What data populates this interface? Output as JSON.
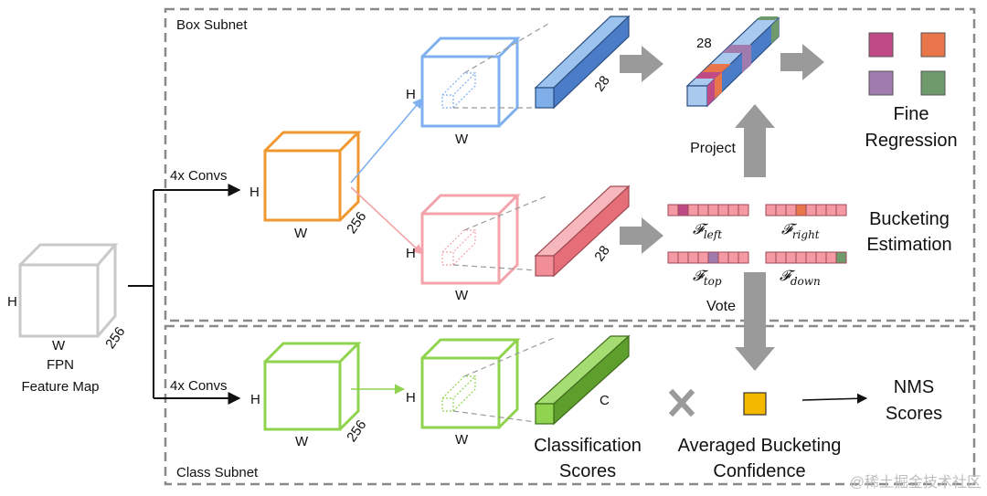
{
  "labels": {
    "box_subnet": "Box Subnet",
    "class_subnet": "Class Subnet",
    "fpn_line1": "FPN",
    "fpn_line2": "Feature Map",
    "convs_top": "4x Convs",
    "convs_bottom": "4x Convs",
    "h": "H",
    "w": "W",
    "dim_256": "256",
    "dim_28": "28",
    "dim_c": "C",
    "project": "Project",
    "vote": "Vote",
    "fine_regression_line1": "Fine",
    "fine_regression_line2": "Regression",
    "bucketing_estimation_line1": "Bucketing",
    "bucketing_estimation_line2": "Estimation",
    "f_left_base": "𝓕",
    "f_left_sub": "left",
    "f_right_base": "𝓕",
    "f_right_sub": "right",
    "f_top_base": "𝓕",
    "f_top_sub": "top",
    "f_down_base": "𝓕",
    "f_down_sub": "down",
    "classification_line1": "Classification",
    "classification_line2": "Scores",
    "averaged_line1": "Averaged Bucketing",
    "averaged_line2": "Confidence",
    "nms_line1": "NMS",
    "nms_line2": "Scores",
    "watermark": "@稀土掘金技术社区"
  },
  "colors": {
    "orange": "#f0982f",
    "blue": "#7fb0ef",
    "pink": "#f4a3a8",
    "green": "#8fd34e",
    "gray_cube": "#c9c9c9",
    "dashed": "#8a8a8a",
    "bucket_cell": "#f59aa5",
    "purple_marker": "#c04a86",
    "orange_marker": "#e8764a",
    "lavender_marker": "#a07cae",
    "olive_marker": "#6f9a6c",
    "gold": "#f5b800",
    "gray_arrow": "#9a9a9a"
  }
}
